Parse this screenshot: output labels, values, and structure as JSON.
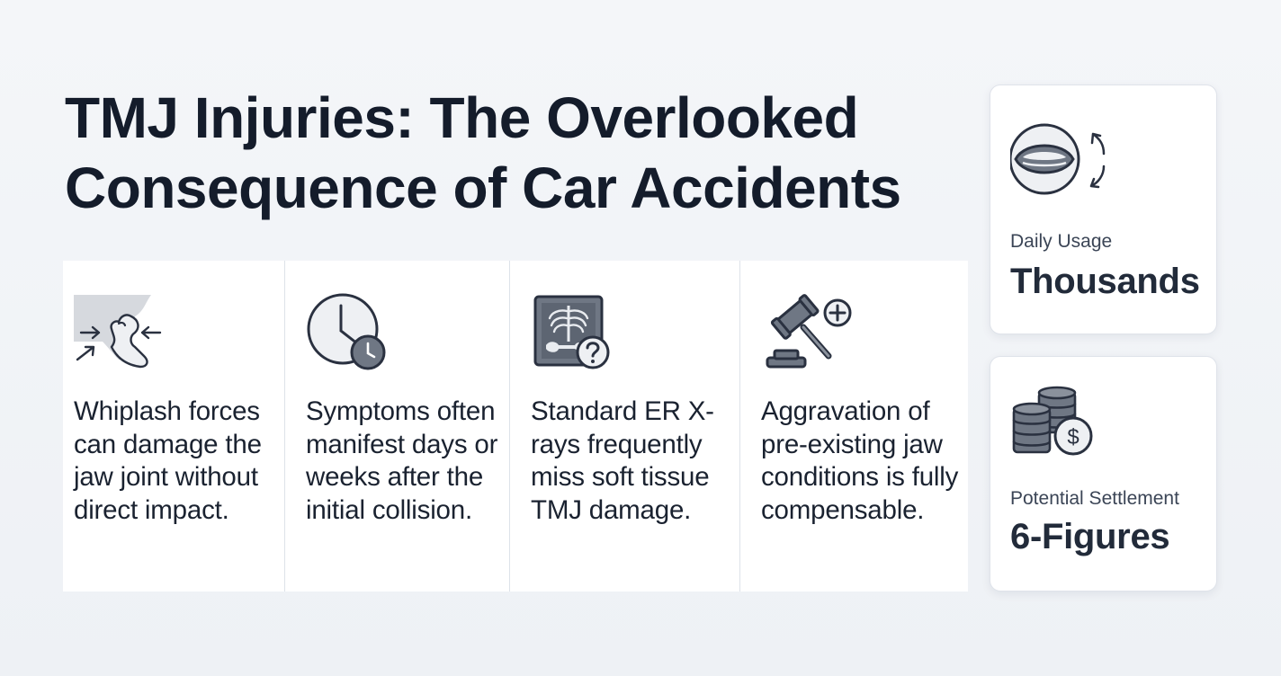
{
  "title": {
    "line1": "TMJ Injuries: The Overlooked",
    "line2": "Consequence of Car Accidents"
  },
  "facts": [
    {
      "icon": "jaw-impact-icon",
      "text": "Whiplash forces can damage the jaw joint without direct impact."
    },
    {
      "icon": "clock-icon",
      "text": "Symptoms often manifest days or weeks after the initial collision."
    },
    {
      "icon": "xray-question-icon",
      "text": "Standard ER X-rays frequently miss soft tissue TMJ damage."
    },
    {
      "icon": "gavel-plus-icon",
      "text": "Aggravation of pre-existing jaw conditions is fully compensable."
    }
  ],
  "stats": [
    {
      "icon": "mouth-rotation-icon",
      "label": "Daily Usage",
      "value": "Thousands"
    },
    {
      "icon": "coins-dollar-icon",
      "label": "Potential Settlement",
      "value": "6-Figures"
    }
  ],
  "colors": {
    "background": "#f1f4f7",
    "card": "#ffffff",
    "text_dark": "#141c2b",
    "icon_stroke": "#2a3140",
    "icon_fill": "#6f7784"
  }
}
